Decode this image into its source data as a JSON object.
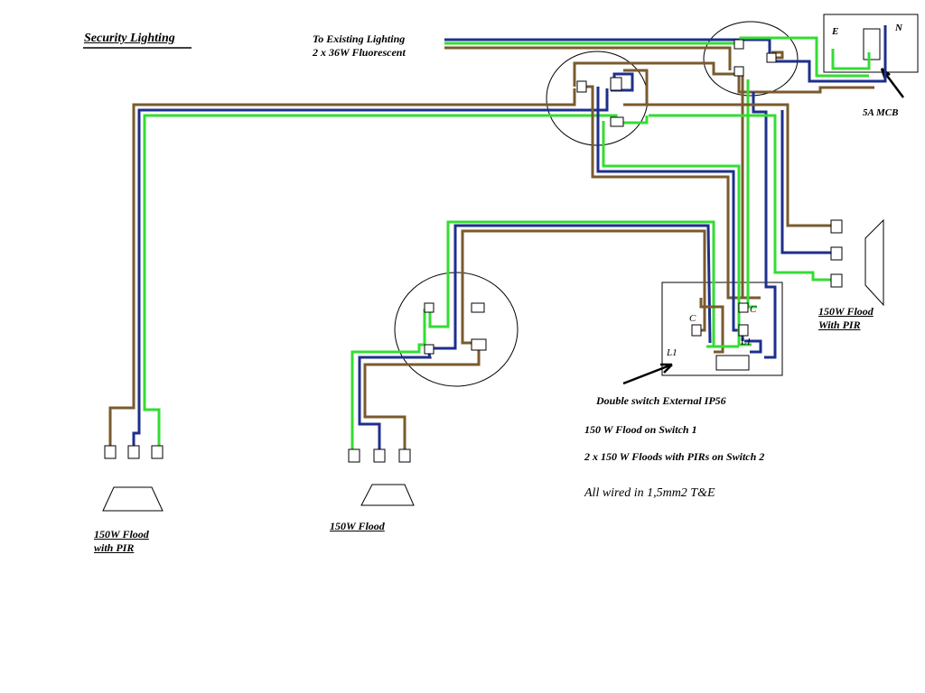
{
  "title": "Security Lighting",
  "existing_lighting": {
    "line1": "To Existing Lighting",
    "line2": "2 x 36W Fluorescent"
  },
  "consumer_unit": {
    "earth_label": "E",
    "neutral_label": "N",
    "mcb_label": "5A MCB"
  },
  "flood_right": {
    "line1": "150W Flood",
    "line2": "With PIR"
  },
  "flood_left": {
    "line1": "150W Flood",
    "line2": "with PIR"
  },
  "flood_middle": {
    "label": "150W Flood"
  },
  "switch_box": {
    "common_label": "C",
    "common_label_2": "C",
    "l1_label": "L1",
    "l1_label_2": "L1",
    "description": "Double switch   External IP56"
  },
  "notes": {
    "switch1": "150  W  Flood on Switch 1",
    "switch2": "2 x 150  W Floods with PIRs on Switch 2",
    "cable": "All wired in 1,5mm2  T&E"
  },
  "wire_colors": {
    "live": "#7a5a2e",
    "neutral": "#1e2f8c",
    "earth": "#33dd33",
    "outline": "#000000"
  }
}
